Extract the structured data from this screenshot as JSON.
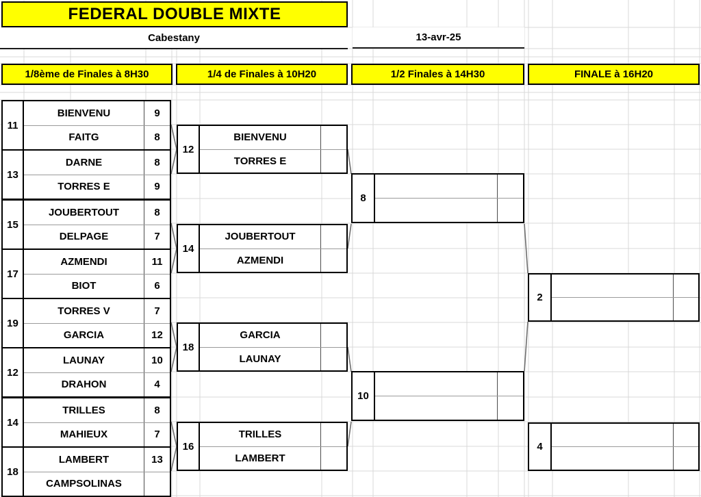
{
  "title": "FEDERAL DOUBLE MIXTE",
  "venue": "Cabestany",
  "date": "13-avr-25",
  "accent_color": "#ffff00",
  "rounds": [
    {
      "label": "1/8ème de Finales à 8H30"
    },
    {
      "label": "1/4 de Finales à 10H20"
    },
    {
      "label": "1/2 Finales à 14H30"
    },
    {
      "label": "FINALE à 16H20"
    }
  ],
  "r16": [
    {
      "match": "11",
      "p1": "BIENVENU",
      "s1": "9",
      "p2": "FAITG",
      "s2": "8"
    },
    {
      "match": "13",
      "p1": "DARNE",
      "s1": "8",
      "p2": "TORRES E",
      "s2": "9"
    },
    {
      "match": "15",
      "p1": "JOUBERTOUT",
      "s1": "8",
      "p2": "DELPAGE",
      "s2": "7"
    },
    {
      "match": "17",
      "p1": "AZMENDI",
      "s1": "11",
      "p2": "BIOT",
      "s2": "6"
    },
    {
      "match": "19",
      "p1": "TORRES V",
      "s1": "7",
      "p2": "GARCIA",
      "s2": "12"
    },
    {
      "match": "12",
      "p1": "LAUNAY",
      "s1": "10",
      "p2": "DRAHON",
      "s2": "4"
    },
    {
      "match": "14",
      "p1": "TRILLES",
      "s1": "8",
      "p2": "MAHIEUX",
      "s2": "7"
    },
    {
      "match": "18",
      "p1": "LAMBERT",
      "s1": "13",
      "p2": "CAMPSOLINAS",
      "s2": ""
    }
  ],
  "qf": [
    {
      "match": "12",
      "p1": "BIENVENU",
      "s1": "",
      "p2": "TORRES E",
      "s2": ""
    },
    {
      "match": "14",
      "p1": "JOUBERTOUT",
      "s1": "",
      "p2": "AZMENDI",
      "s2": ""
    },
    {
      "match": "18",
      "p1": "GARCIA",
      "s1": "",
      "p2": "LAUNAY",
      "s2": ""
    },
    {
      "match": "16",
      "p1": "TRILLES",
      "s1": "",
      "p2": "LAMBERT",
      "s2": ""
    }
  ],
  "sf": [
    {
      "match": "8",
      "p1": "",
      "s1": "",
      "p2": "",
      "s2": ""
    },
    {
      "match": "10",
      "p1": "",
      "s1": "",
      "p2": "",
      "s2": ""
    }
  ],
  "final": [
    {
      "match": "2",
      "p1": "",
      "s1": "",
      "p2": "",
      "s2": ""
    },
    {
      "match": "4",
      "p1": "",
      "s1": "",
      "p2": "",
      "s2": ""
    }
  ]
}
